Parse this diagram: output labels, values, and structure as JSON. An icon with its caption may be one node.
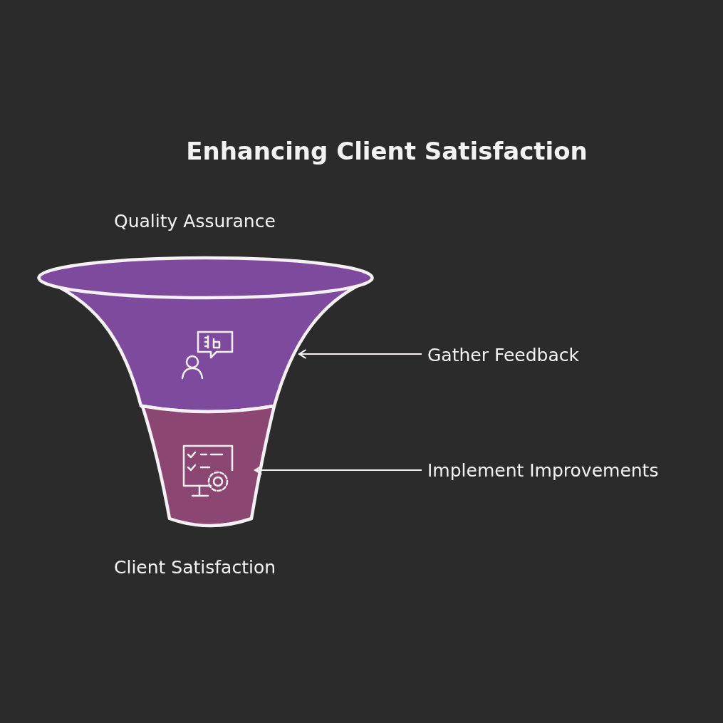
{
  "diagram": {
    "title": "Enhancing Client Satisfaction",
    "nodes": [
      {
        "text": [],
        "shape": "trapezoid"
      },
      {
        "text": [],
        "shape": "trapezoid"
      },
      {
        "text": [
          "Gather Feedback"
        ]
      },
      {
        "text": [
          "Implement Improvements"
        ]
      }
    ],
    "edges": [
      {
        "from": 2,
        "to": 0,
        "arrow": "to"
      },
      {
        "from": 3,
        "to": 1,
        "arrow": "to"
      }
    ],
    "labels": [
      "Quality Assurance",
      "Client Satisfaction"
    ]
  }
}
